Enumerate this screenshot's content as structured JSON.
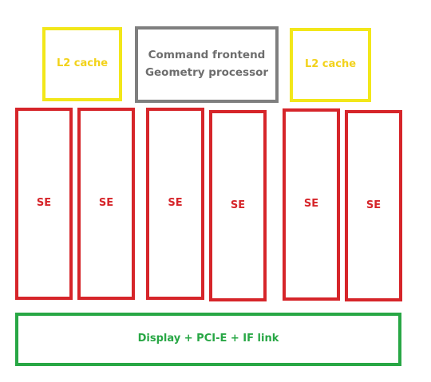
{
  "diagram": {
    "top_row": {
      "left_cache_label": "L2 cache",
      "frontend_label": "Command frontend\nGeometry processor",
      "right_cache_label": "L2 cache"
    },
    "shader_engines": [
      {
        "label": "SE"
      },
      {
        "label": "SE"
      },
      {
        "label": "SE"
      },
      {
        "label": "SE"
      },
      {
        "label": "SE"
      },
      {
        "label": "SE"
      }
    ],
    "io_label": "Display + PCI-E + IF link"
  },
  "colors": {
    "cache": "#f2e71a",
    "frontend": "#7f7f7f",
    "shader_engine": "#d6252a",
    "io": "#28a745",
    "background": "#ffffff"
  }
}
